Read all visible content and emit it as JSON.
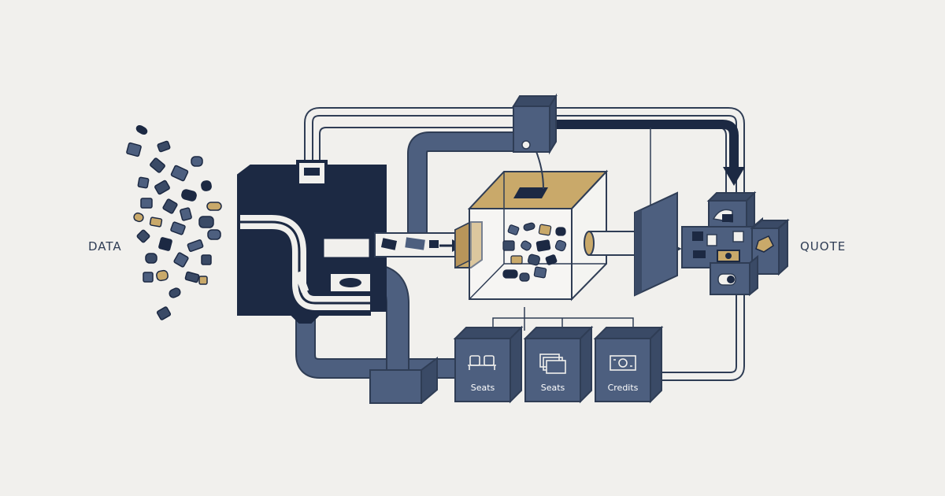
{
  "labels": {
    "input": "DATA",
    "output": "QUOTE"
  },
  "modules": [
    {
      "label": "Seats",
      "icon": "seat-icon"
    },
    {
      "label": "Seats",
      "icon": "window-stack-icon"
    },
    {
      "label": "Credits",
      "icon": "banknote-icon"
    }
  ],
  "colors": {
    "background": "#f1f0ed",
    "navy": "#1c2943",
    "slate": "#4d5f7f",
    "slate_dark": "#3a4a66",
    "gold": "#c9a96a",
    "line": "#2f3d55"
  }
}
